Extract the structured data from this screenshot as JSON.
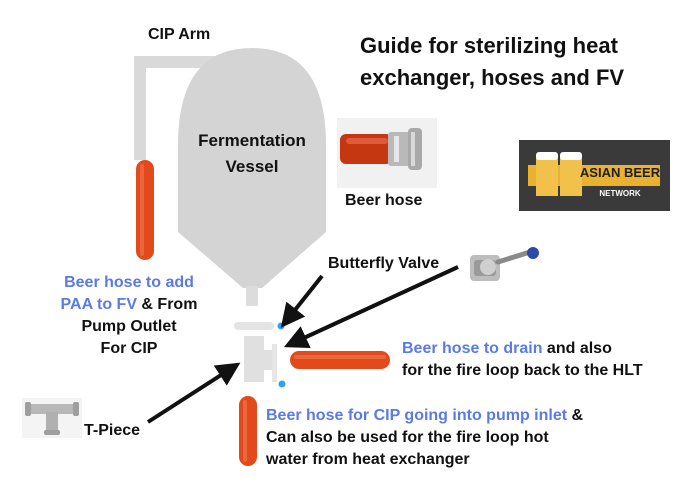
{
  "title": {
    "line1": "Guide for sterilizing heat",
    "line2": "exchanger, hoses and FV"
  },
  "labels": {
    "cip_arm": "CIP Arm",
    "vessel_line1": "Fermentation",
    "vessel_line2": "Vessel",
    "beer_hose": "Beer hose",
    "butterfly_valve": "Butterfly Valve",
    "t_piece": "T-Piece",
    "paa": {
      "line1_blue": "Beer hose to add",
      "line2_blue": "PAA to FV",
      "line2_black": " & From",
      "line3": "Pump Outlet",
      "line4": "For CIP"
    },
    "drain": {
      "line1_blue": "Beer hose to drain",
      "line1_black": " and also",
      "line2": "for the fire loop back to the HLT"
    },
    "cip_inlet": {
      "line1_blue": "Beer hose for CIP going into pump inlet",
      "line1_black": " &",
      "line2": "Can also be used for the fire loop hot",
      "line3": "water from heat exchanger"
    }
  },
  "logo": {
    "line1": "ASIAN BEER",
    "line2": "NETWORK"
  },
  "colors": {
    "vessel": "#d4d4d4",
    "hose": "#e24a1c",
    "hose_dark": "#c53710",
    "blue_text": "#5b7be3",
    "accent_dot": "#2ea4ea",
    "logo_bg": "#3a3a3a",
    "logo_gold": "#e8b230"
  }
}
